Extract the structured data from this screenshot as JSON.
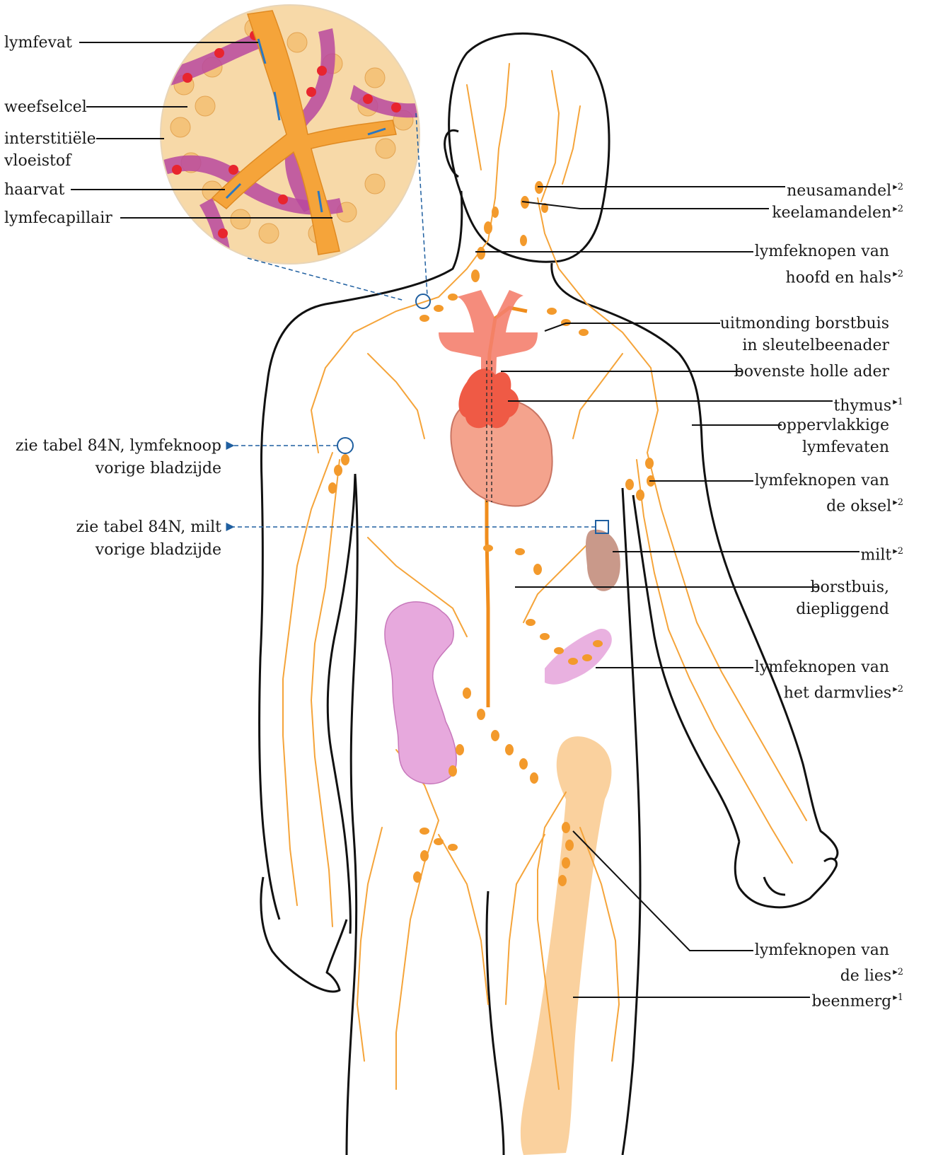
{
  "colors": {
    "lymph": "#f5a43a",
    "lymph_light": "#f9c37a",
    "node": "#f39a2c",
    "outline": "#111111",
    "heart": "#f4a38d",
    "vessels_red": "#f47f6e",
    "thymus": "#ef5a45",
    "spleen": "#c9998a",
    "intestine": "#e7a9dd",
    "bone_marrow": "#f9c98d",
    "leader_dashed": "#1f5fa0",
    "tissue_bg": "#f7d9a8",
    "capillary": "#b9489f"
  },
  "inset_labels": {
    "lymfevat": "lymfevat",
    "weefselcel": "weefselcel",
    "interstitiele_1": "interstitiële",
    "interstitiele_2": "vloeistof",
    "haarvat": "haarvat",
    "lymfecapillair": "lymfecapillair"
  },
  "left_refs": {
    "ref_node_1": "zie tabel 84N, lymfeknoop",
    "ref_node_2": "vorige bladzijde",
    "ref_spleen_1": "zie tabel 84N, milt",
    "ref_spleen_2": "vorige bladzijde"
  },
  "right_labels": {
    "neusamandel": "neusamandel",
    "neusamandel_sup": "▸2",
    "keelamandelen": "keelamandelen",
    "keelamandelen_sup": "▸2",
    "hoofd_1": "lymfeknopen van",
    "hoofd_2": "hoofd en hals",
    "hoofd_sup": "▸2",
    "borstbuis_mond_1": "uitmonding borstbuis",
    "borstbuis_mond_2": "in sleutelbeenader",
    "holle_ader": "bovenste holle ader",
    "thymus": "thymus",
    "thymus_sup": "▸1",
    "oppervlakkig_1": "oppervlakkige",
    "oppervlakkig_2": "lymfevaten",
    "oksel_1": "lymfeknopen van",
    "oksel_2": "de oksel",
    "oksel_sup": "▸2",
    "milt": "milt",
    "milt_sup": "▸2",
    "borstbuis_1": "borstbuis,",
    "borstbuis_2": "diepliggend",
    "darmvlies_1": "lymfeknopen van",
    "darmvlies_2": "het darmvlies",
    "darmvlies_sup": "▸2",
    "lies_1": "lymfeknopen van",
    "lies_2": "de lies",
    "lies_sup": "▸2",
    "beenmerg": "beenmerg",
    "beenmerg_sup": "▸1"
  }
}
